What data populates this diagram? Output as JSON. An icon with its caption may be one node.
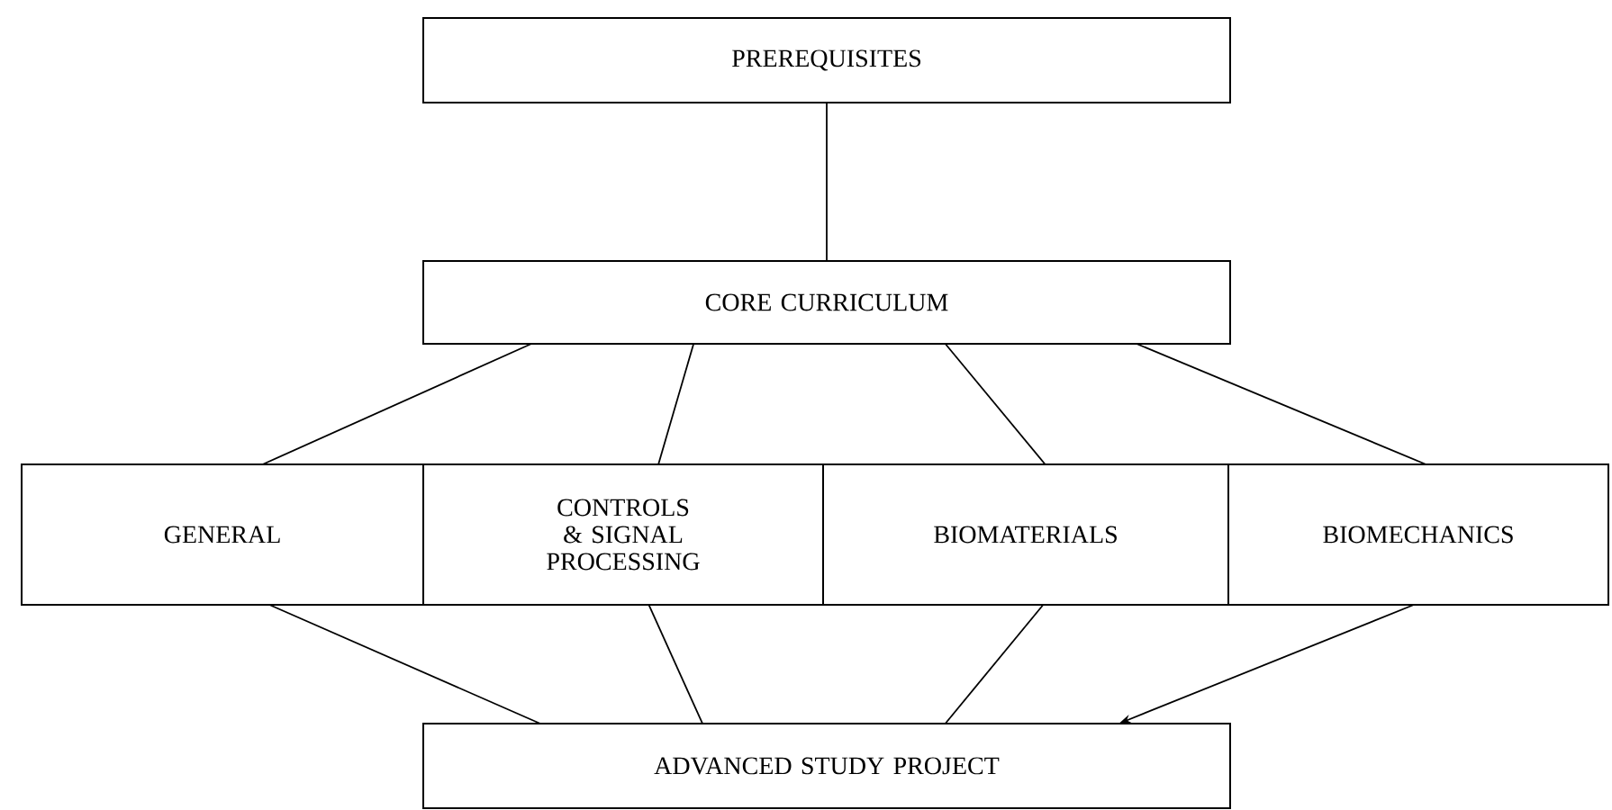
{
  "diagram": {
    "nodes": [
      {
        "text": [
          "PREREQUISITES"
        ]
      },
      {
        "text": [
          "CORE CURRICULUM"
        ]
      },
      {
        "text": [
          "GENERAL"
        ]
      },
      {
        "text": [
          "CONTROLS & SIGNAL PROCESSING"
        ]
      },
      {
        "text": [
          "BIOMATERIALS"
        ]
      },
      {
        "text": [
          "BIOMECHANICS"
        ]
      },
      {
        "text": [
          "ADVANCED STUDY PROJECT"
        ]
      }
    ],
    "edges": [
      {
        "from": 0,
        "to": 1,
        "arrow": "none"
      },
      {
        "from": 1,
        "to": 2,
        "arrow": "none"
      },
      {
        "from": 1,
        "to": 3,
        "arrow": "none"
      },
      {
        "from": 1,
        "to": 4,
        "arrow": "none"
      },
      {
        "from": 1,
        "to": 5,
        "arrow": "none"
      },
      {
        "from": 2,
        "to": 6,
        "arrow": "none"
      },
      {
        "from": 3,
        "to": 6,
        "arrow": "none"
      },
      {
        "from": 4,
        "to": 6,
        "arrow": "none"
      },
      {
        "from": 5,
        "to": 6,
        "arrow": "to"
      }
    ]
  }
}
